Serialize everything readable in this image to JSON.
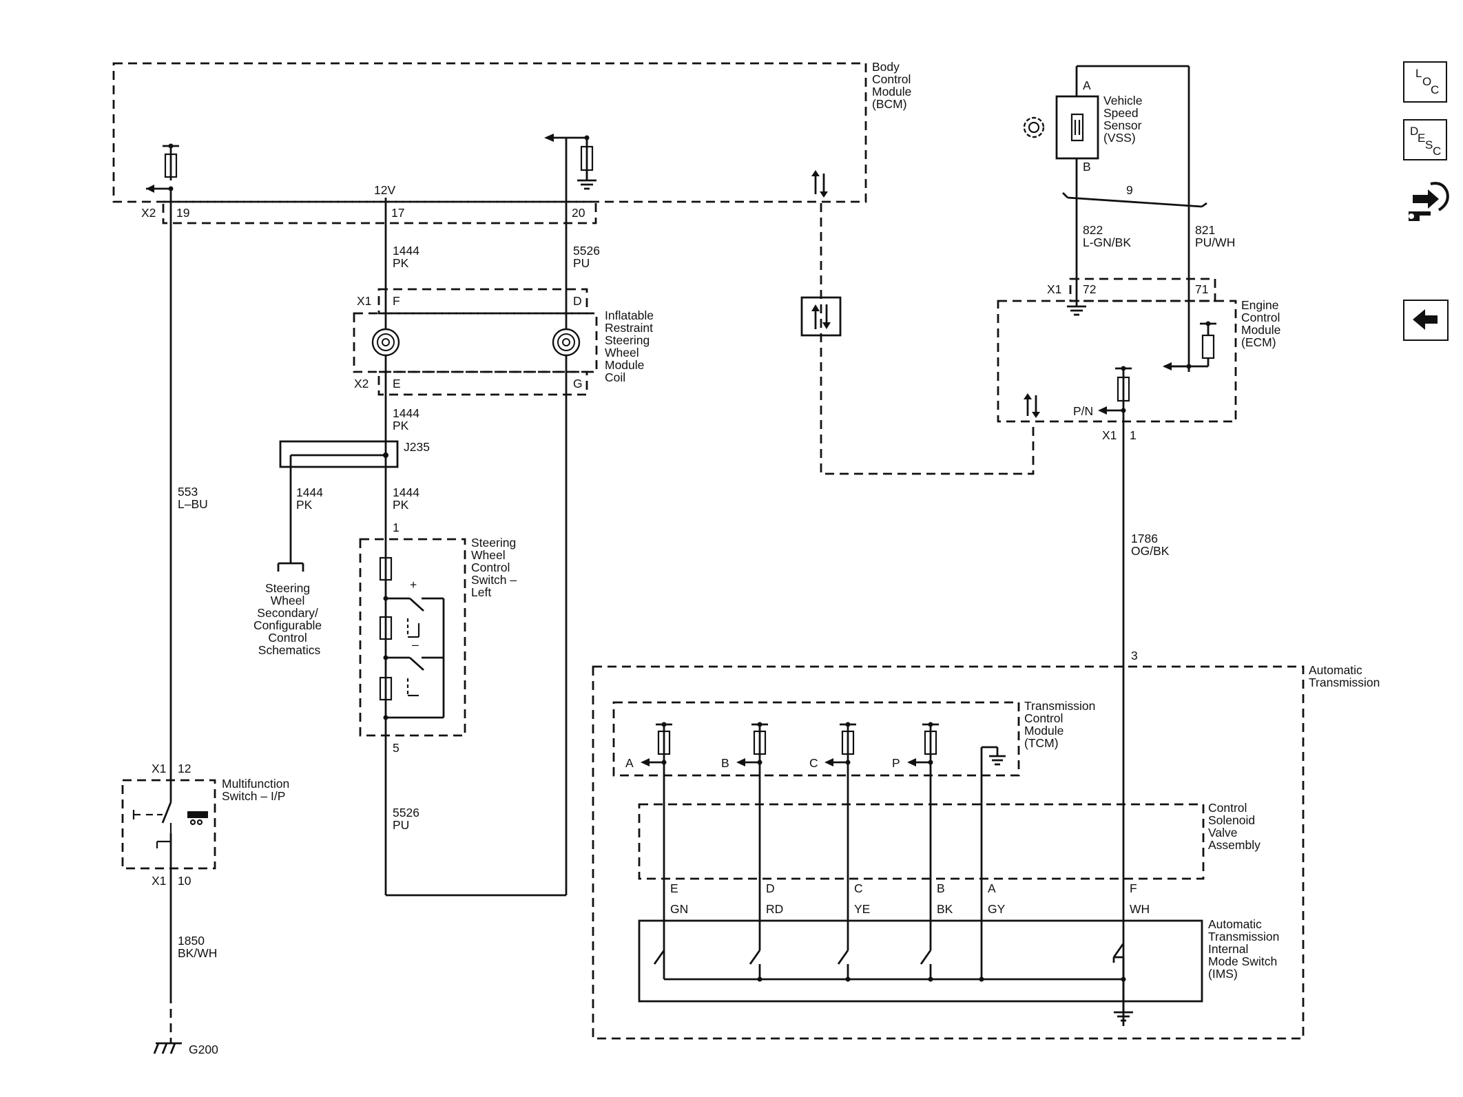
{
  "modules": {
    "bcm": [
      "Body",
      "Control",
      "Module",
      "(BCM)"
    ],
    "ecm": [
      "Engine",
      "Control",
      "Module",
      "(ECM)"
    ],
    "vss": [
      "Vehicle",
      "Speed",
      "Sensor",
      "(VSS)"
    ],
    "coil": [
      "Inflatable",
      "Restraint",
      "Steering",
      "Wheel",
      "Module",
      "Coil"
    ],
    "swc": [
      "Steering",
      "Wheel",
      "Control",
      "Switch –",
      "Left"
    ],
    "sws": [
      "Steering",
      "Wheel",
      "Secondary/",
      "Configurable",
      "Control",
      "Schematics"
    ],
    "mfs": [
      "Multifunction",
      "Switch – I/P"
    ],
    "at": [
      "Automatic",
      "Transmission"
    ],
    "tcm": [
      "Transmission",
      "Control",
      "Module",
      "(TCM)"
    ],
    "csv": [
      "Control",
      "Solenoid",
      "Valve",
      "Assembly"
    ],
    "ims": [
      "Automatic",
      "Transmission",
      "Internal",
      "Mode Switch",
      "(IMS)"
    ]
  },
  "pins": {
    "x2": "X2",
    "p19": "19",
    "p17": "17",
    "p20": "20",
    "v12": "12V",
    "x1_coil": "X1",
    "f": "F",
    "d": "D",
    "x2_coil": "X2",
    "e": "E",
    "g": "G",
    "x1_ecm": "X1",
    "p72": "72",
    "p71": "71",
    "pn": "P/N",
    "x1_ecm_b": "X1",
    "p1": "1",
    "vss_a": "A",
    "vss_b": "B",
    "p9": "9",
    "swc_1": "1",
    "swc_5": "5",
    "swc_plus": "+",
    "swc_minus": "–",
    "x1_mfs": "X1",
    "p12": "12",
    "x1_mfs_b": "X1",
    "p10": "10",
    "p3": "3",
    "splice": "J235",
    "ground": "G200"
  },
  "wires": {
    "w553": [
      "553",
      "L–BU"
    ],
    "w1444a": [
      "1444",
      "PK"
    ],
    "w1444b": [
      "1444",
      "PK"
    ],
    "w1444c": [
      "1444",
      "PK"
    ],
    "w1444d": [
      "1444",
      "PK"
    ],
    "w5526a": [
      "5526",
      "PU"
    ],
    "w5526b": [
      "5526",
      "PU"
    ],
    "w822": [
      "822",
      "L-GN/BK"
    ],
    "w821": [
      "821",
      "PU/WH"
    ],
    "w1786": [
      "1786",
      "OG/BK"
    ],
    "w1850": [
      "1850",
      "BK/WH"
    ]
  },
  "tcm_inputs": [
    "A",
    "B",
    "C",
    "P"
  ],
  "ims_pins": [
    "E",
    "D",
    "C",
    "B",
    "A",
    "F"
  ],
  "ims_colors": [
    "GN",
    "RD",
    "YE",
    "BK",
    "GY",
    "WH"
  ],
  "nav": {
    "loc": [
      "L",
      "O",
      "C"
    ],
    "desc": [
      "D",
      "E",
      "S",
      "C"
    ]
  }
}
